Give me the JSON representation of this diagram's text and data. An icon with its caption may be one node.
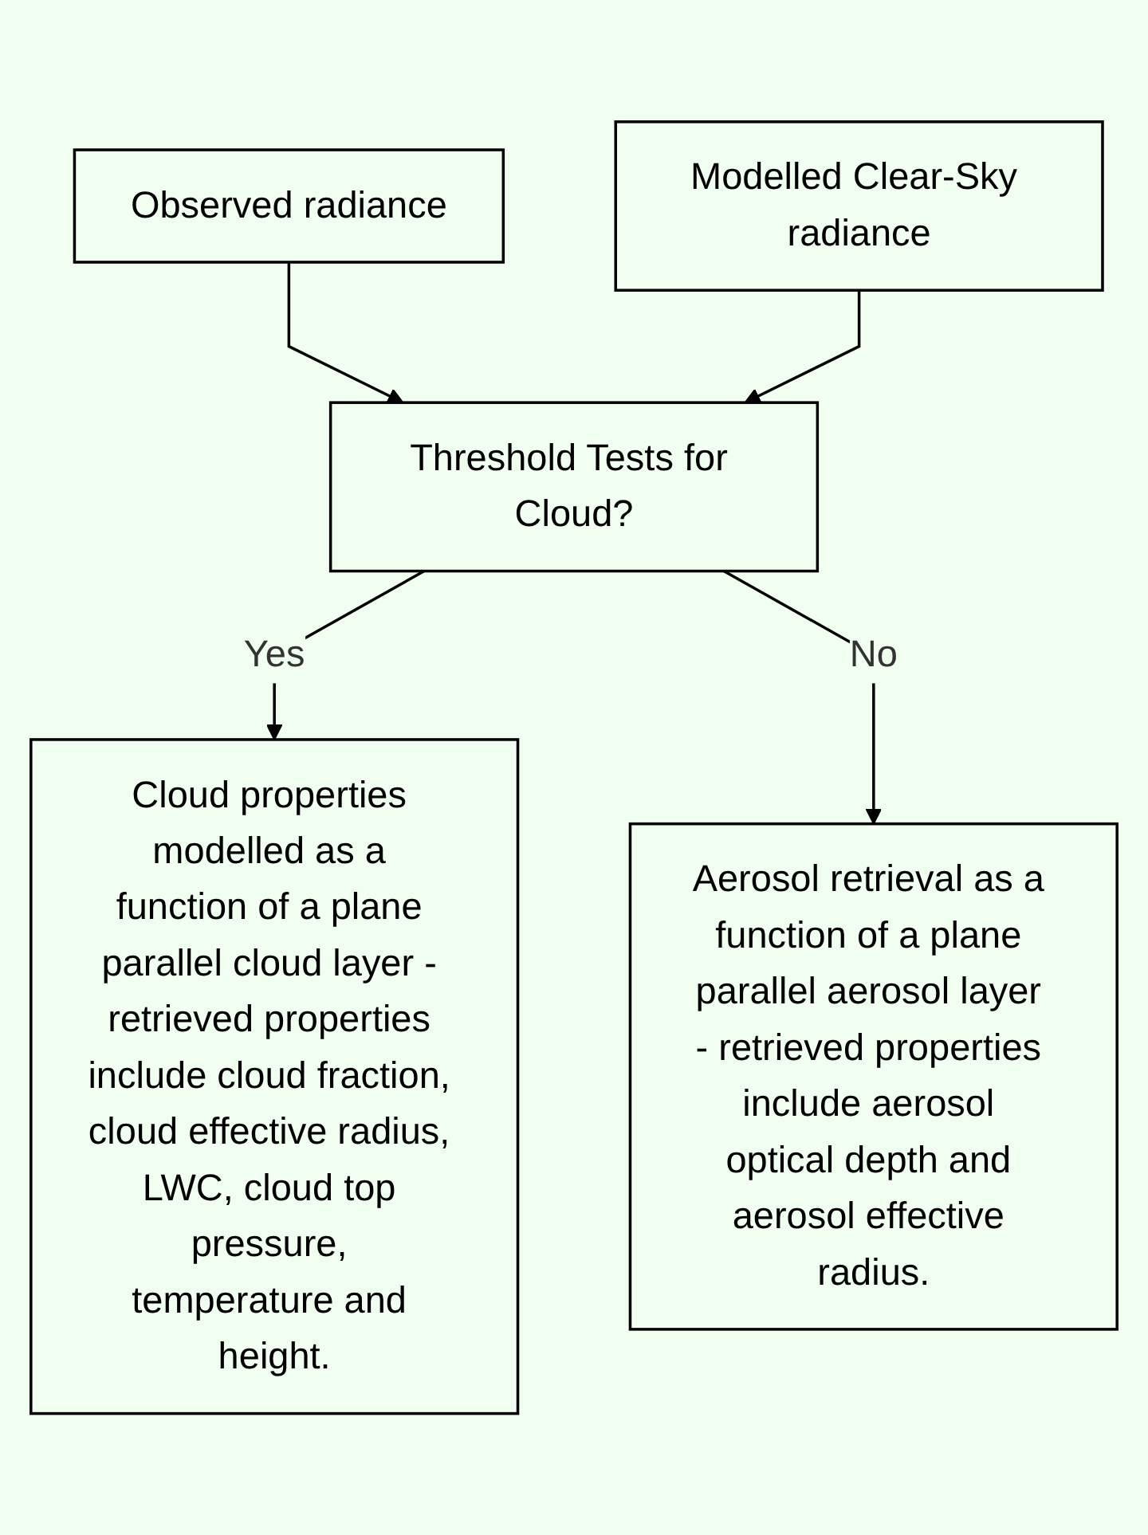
{
  "diagram": {
    "nodes": [
      {
        "text": [
          "Observed radiance"
        ]
      },
      {
        "text": [
          "Modelled Clear-Sky radiance"
        ]
      },
      {
        "text": [
          "Threshold Tests for Cloud?"
        ]
      },
      {
        "text": [
          "Cloud properties modelled as a function of a plane parallel cloud layer - retrieved properties include cloud fraction, cloud effective radius, LWC, cloud top pressure, temperature and height."
        ]
      },
      {
        "text": [
          "Aerosol retrieval as a function of a plane parallel aerosol layer - retrieved properties include aerosol optical depth and aerosol effective radius."
        ]
      }
    ],
    "edges": [
      {
        "from": 0,
        "to": 2,
        "arrow": "to"
      },
      {
        "from": 1,
        "to": 2,
        "arrow": "to"
      },
      {
        "from": 2,
        "to": 3,
        "arrow": "to",
        "label": "Yes"
      },
      {
        "from": 2,
        "to": 4,
        "arrow": "to",
        "label": "No"
      }
    ]
  }
}
